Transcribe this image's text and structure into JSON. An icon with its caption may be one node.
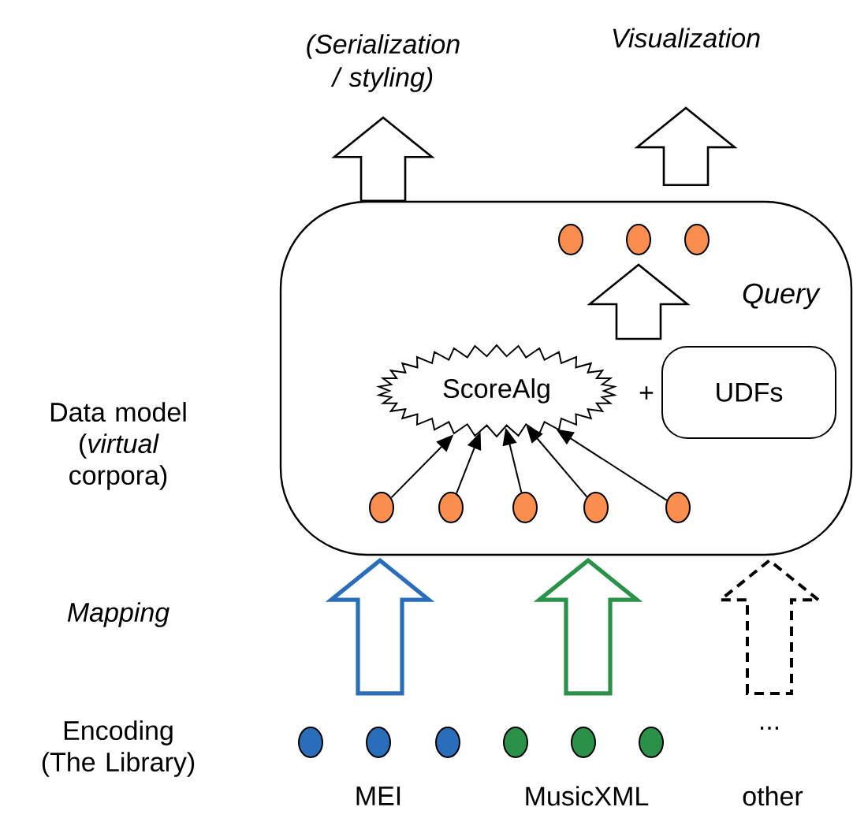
{
  "diagram": {
    "nodes": [
      {
        "text": [],
        "shape": "box"
      },
      {
        "text": [
          "ScoreAlg"
        ],
        "in": 0
      },
      {
        "text": [
          "UDFs"
        ],
        "in": 0
      },
      {
        "text": [],
        "shape": "circle",
        "in": 0
      },
      {
        "text": [],
        "shape": "circle",
        "in": 0
      },
      {
        "text": [],
        "shape": "circle",
        "in": 0
      },
      {
        "text": [],
        "shape": "circle",
        "in": 0
      },
      {
        "text": [],
        "shape": "circle",
        "in": 0
      },
      {
        "text": [],
        "shape": "circle",
        "in": 0
      },
      {
        "text": [],
        "shape": "circle",
        "in": 0
      },
      {
        "text": [],
        "shape": "circle",
        "in": 0
      },
      {
        "text": [],
        "shape": "circle"
      },
      {
        "text": [],
        "shape": "circle"
      },
      {
        "text": [],
        "shape": "circle"
      },
      {
        "text": [],
        "shape": "circle"
      },
      {
        "text": [],
        "shape": "circle"
      },
      {
        "text": [],
        "shape": "circle"
      },
      {
        "text": [
          "(Serialization / styling)"
        ]
      },
      {
        "text": [
          "Visualization"
        ]
      }
    ],
    "edges": [
      {
        "from": 0,
        "to": 17,
        "arrow": "to"
      },
      {
        "from": 0,
        "to": 18,
        "arrow": "to"
      },
      {
        "from": null,
        "to": 4,
        "arrow": "to",
        "label": "Query"
      },
      {
        "from": 6,
        "to": 1,
        "arrow": "to"
      },
      {
        "from": 7,
        "to": 1,
        "arrow": "to"
      },
      {
        "from": 8,
        "to": 1,
        "arrow": "to"
      },
      {
        "from": 9,
        "to": 1,
        "arrow": "to"
      },
      {
        "from": 10,
        "to": 1,
        "arrow": "to"
      },
      {
        "from": null,
        "to": 0,
        "arrow": "to",
        "color": "#2a6ebb"
      },
      {
        "from": null,
        "to": 0,
        "arrow": "to",
        "color": "#2a9148"
      },
      {
        "from": null,
        "to": 0,
        "arrow": "to",
        "style": "dashed"
      }
    ],
    "labels": [
      "Data model (*virtual* corpora)",
      "+",
      "Mapping",
      "Encoding (The Library)",
      "...",
      "MEI",
      "MusicXML",
      "other"
    ]
  }
}
